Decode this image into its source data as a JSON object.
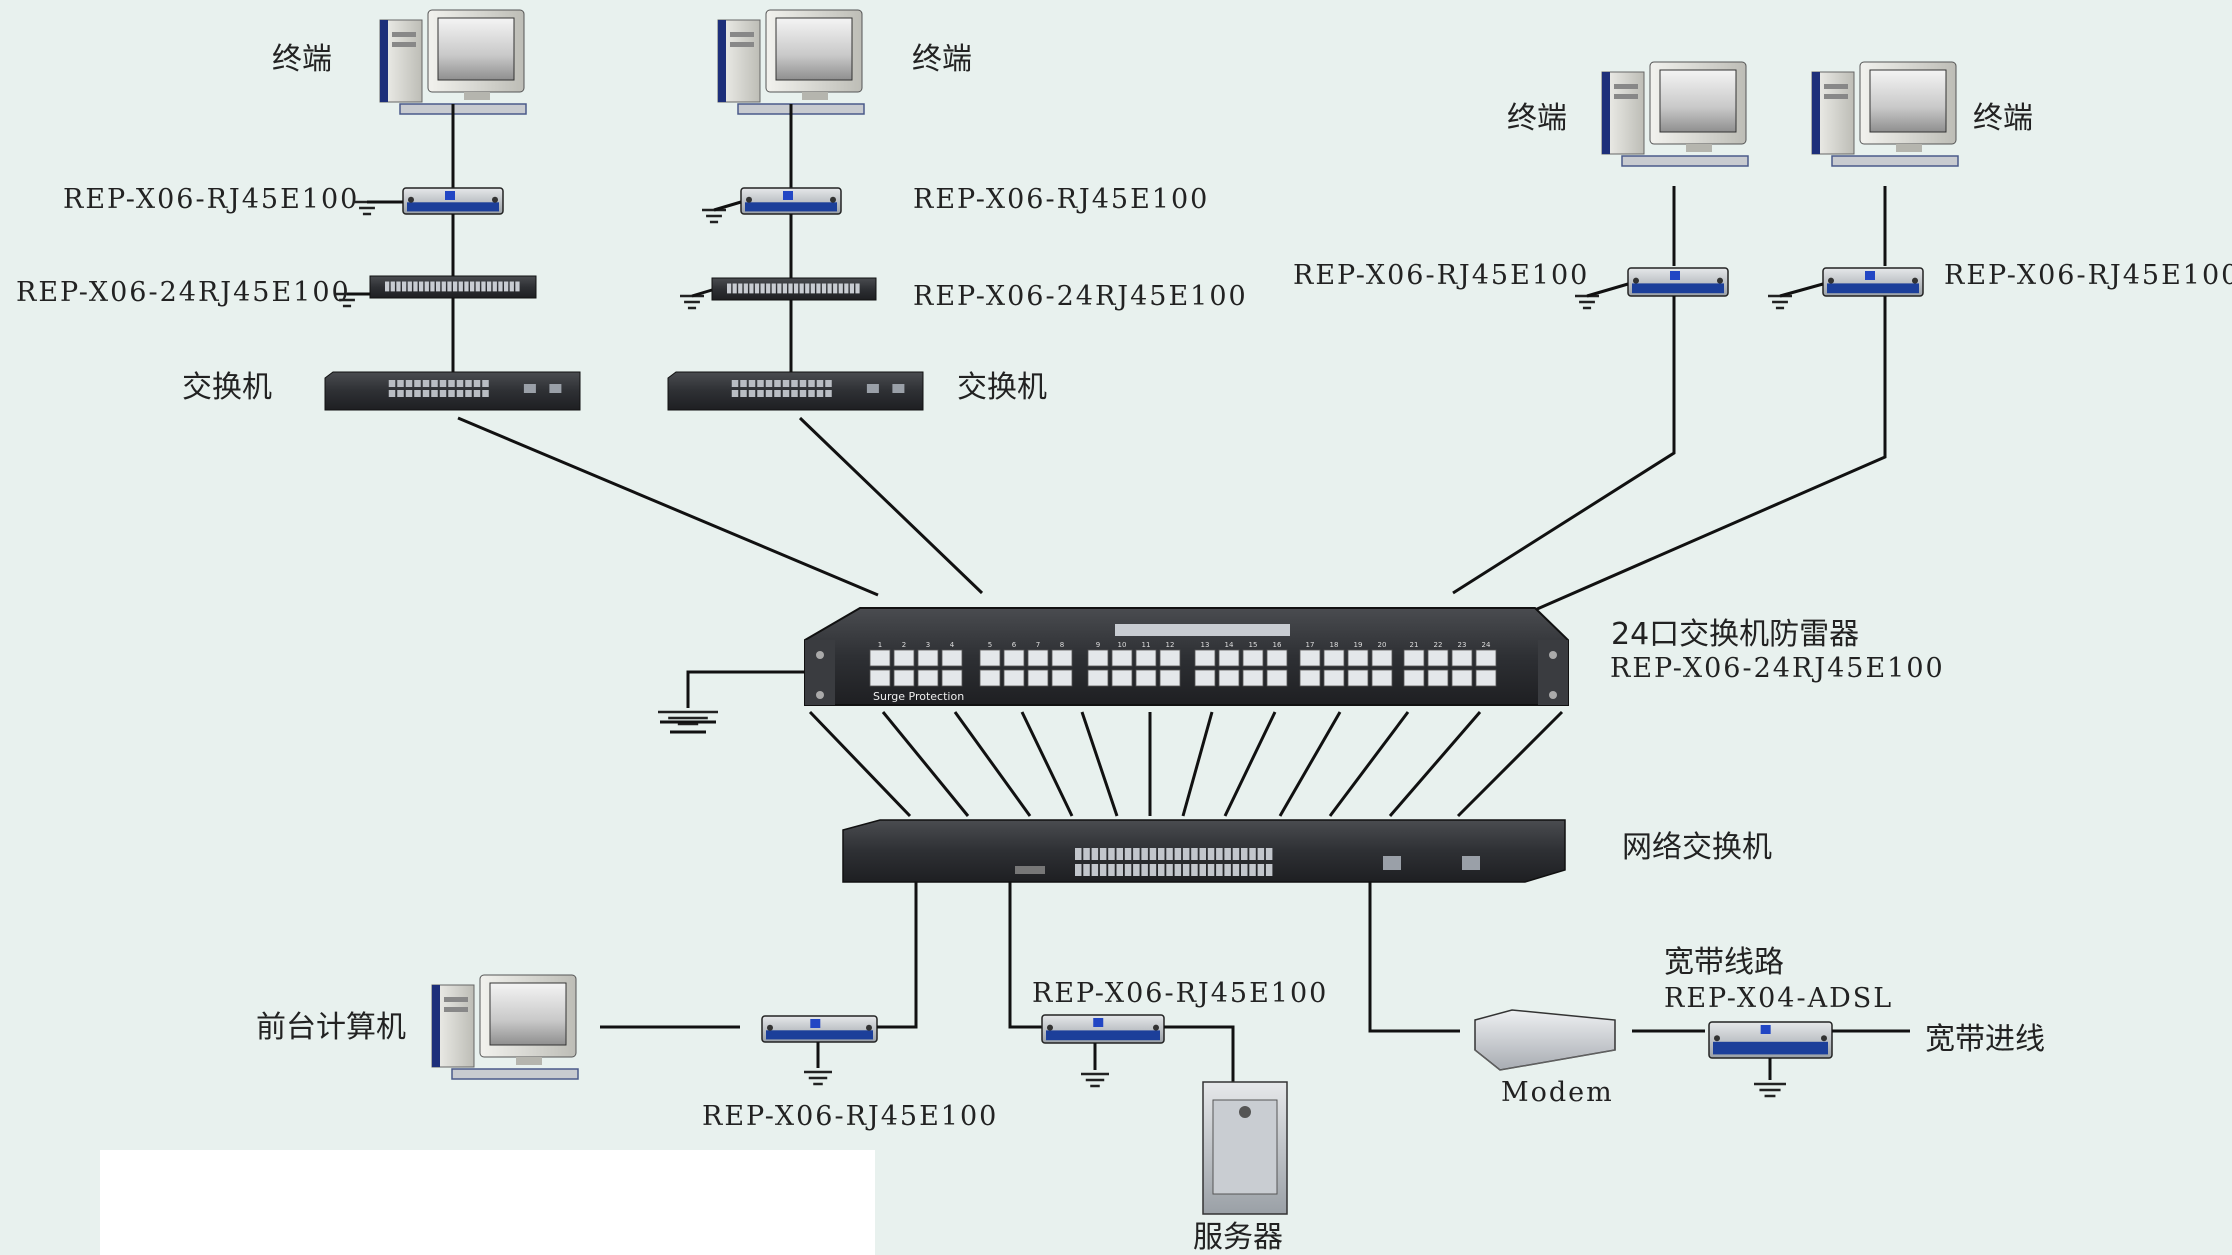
{
  "terminal_label": "终端",
  "protector_rj45": "REP-X06-RJ45E100",
  "protector_24rj45": "REP-X06-24RJ45E100",
  "switch_label": "交换机",
  "main_protector": {
    "title": "24口交换机防雷器",
    "model": "REP-X06-24RJ45E100",
    "panel_text": "Surge Protection"
  },
  "network_switch_label": "网络交换机",
  "front_pc_label": "前台计算机",
  "server_label": "服务器",
  "modem_label": "Modem",
  "broadband_line_label": "宽带线路",
  "adsl_protector": "REP-X04-ADSL",
  "broadband_in_label": "宽带进线",
  "port_numbers": [
    "1",
    "2",
    "3",
    "4",
    "5",
    "6",
    "7",
    "8",
    "9",
    "10",
    "11",
    "12",
    "13",
    "14",
    "15",
    "16",
    "17",
    "18",
    "19",
    "20",
    "21",
    "22",
    "23",
    "24"
  ],
  "colors": {
    "background": "#e8f1ee",
    "device_dark": "#2e3034",
    "line": "#111111",
    "protector_blue": "#1c3f9a"
  }
}
